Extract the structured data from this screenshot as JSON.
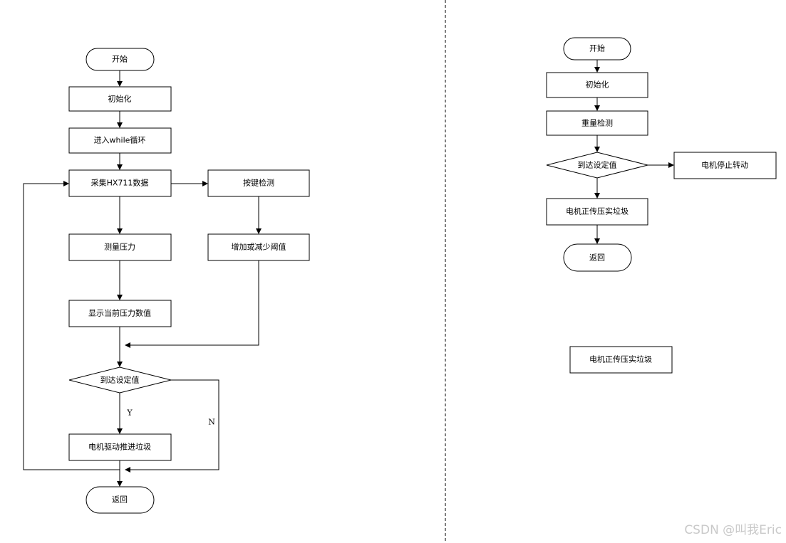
{
  "left_flow": {
    "start": "开始",
    "init": "初始化",
    "loop": "进入while循环",
    "sample": "采集HX711数据",
    "key_detect": "按键检测",
    "measure": "测量压力",
    "adjust_threshold": "增加或减少阈值",
    "display": "显示当前压力数值",
    "decision": "到达设定值",
    "yes_label": "Y",
    "no_label": "N",
    "push": "电机驱动推进垃圾",
    "end": "返回"
  },
  "right_flow": {
    "start": "开始",
    "init": "初始化",
    "weigh": "重量检测",
    "decision": "到达设定值",
    "stop": "电机停止转动",
    "compress": "电机正传压实垃圾",
    "end": "返回"
  },
  "extra_box": "电机正传压实垃圾",
  "watermark": "CSDN @叫我Eric"
}
